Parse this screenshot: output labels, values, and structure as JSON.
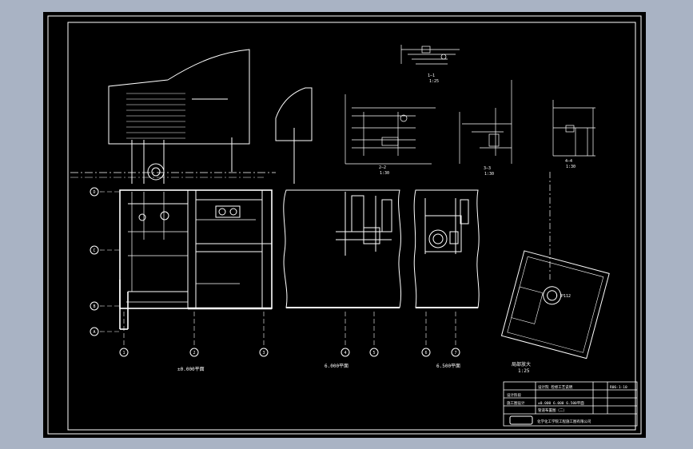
{
  "colors": {
    "background": "#a9b3c4",
    "sheet": "#000000",
    "linework": "#ffffff"
  },
  "plans": {
    "left_title": "±0.000平面",
    "middle_title": "6.000平面",
    "right_title": "6.500平面",
    "detail_title": "局部放大",
    "detail_scale": "1:25",
    "detail_tag": "P112"
  },
  "sections": {
    "s1_title": "1—1",
    "s1_scale": "1:25",
    "s2_title": "2—2",
    "s2_scale": "1:30",
    "s3_title": "3—3",
    "s3_scale": "1:30",
    "s4_title": "4—4",
    "s4_scale": "1:30"
  },
  "grid_labels": {
    "left": [
      "D",
      "C",
      "B",
      "A"
    ],
    "bottom": [
      "1",
      "2",
      "3",
      "4",
      "5",
      "6",
      "7"
    ]
  },
  "title_block": {
    "company": "设计院  检修工艺说明",
    "row2": "设计阶段",
    "row3": "施工图设计",
    "drawing_title": "±0.000 6.000 6.500平面",
    "drawing_subtitle": "管道布置图（二）",
    "drawing_no": "R06-1-10",
    "footer": "化学化工学院工程施工图有限公司"
  }
}
